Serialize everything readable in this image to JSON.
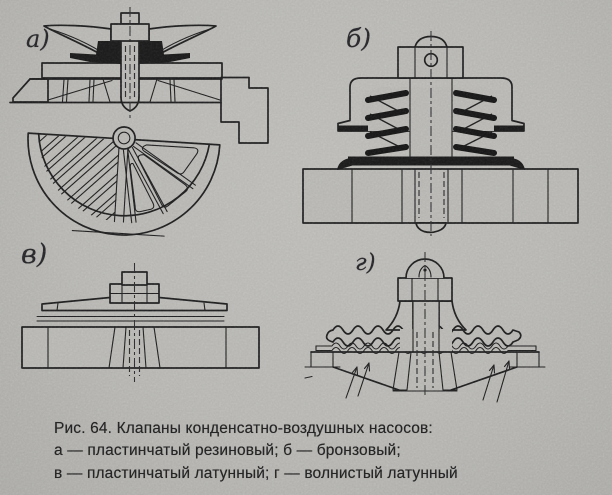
{
  "figure": {
    "panels": [
      {
        "id": "a",
        "label": "а)"
      },
      {
        "id": "b",
        "label": "б)"
      },
      {
        "id": "v",
        "label": "в)"
      },
      {
        "id": "g",
        "label": "г)"
      }
    ],
    "caption": {
      "line1": "Рис. 64. Клапаны конденсатно-воздушных насосов:",
      "line2": "а — пластинчатый резиновый; б — бронзовый;",
      "line3": "в — пластинчатый латунный; г — волнистый латунный"
    },
    "colors": {
      "paper": "#b5b4b0",
      "ink": "#1d1d1e"
    }
  }
}
